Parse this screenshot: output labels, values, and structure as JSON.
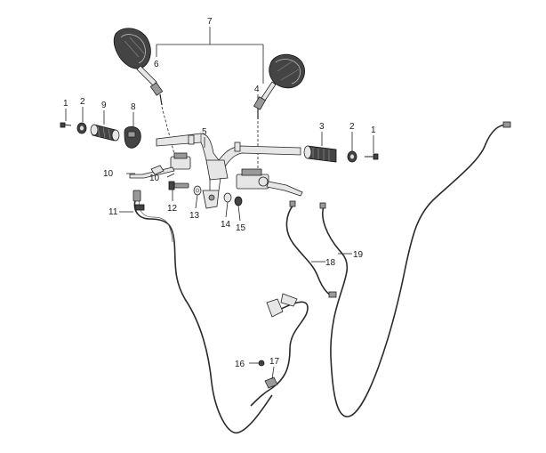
{
  "diagram": {
    "callouts": [
      {
        "id": "c1a",
        "text": "1"
      },
      {
        "id": "c2a",
        "text": "2"
      },
      {
        "id": "c9",
        "text": "9"
      },
      {
        "id": "c8",
        "text": "8"
      },
      {
        "id": "c6",
        "text": "6"
      },
      {
        "id": "c7",
        "text": "7"
      },
      {
        "id": "c4",
        "text": "4"
      },
      {
        "id": "c5",
        "text": "5"
      },
      {
        "id": "c3",
        "text": "3"
      },
      {
        "id": "c2b",
        "text": "2"
      },
      {
        "id": "c1b",
        "text": "1"
      },
      {
        "id": "c10a",
        "text": "10"
      },
      {
        "id": "c10b",
        "text": "10"
      },
      {
        "id": "c11",
        "text": "11"
      },
      {
        "id": "c12",
        "text": "12"
      },
      {
        "id": "c13",
        "text": "13"
      },
      {
        "id": "c14",
        "text": "14"
      },
      {
        "id": "c15",
        "text": "15"
      },
      {
        "id": "c18",
        "text": "18"
      },
      {
        "id": "c19",
        "text": "19"
      },
      {
        "id": "c16",
        "text": "16"
      },
      {
        "id": "c17",
        "text": "17"
      }
    ]
  }
}
